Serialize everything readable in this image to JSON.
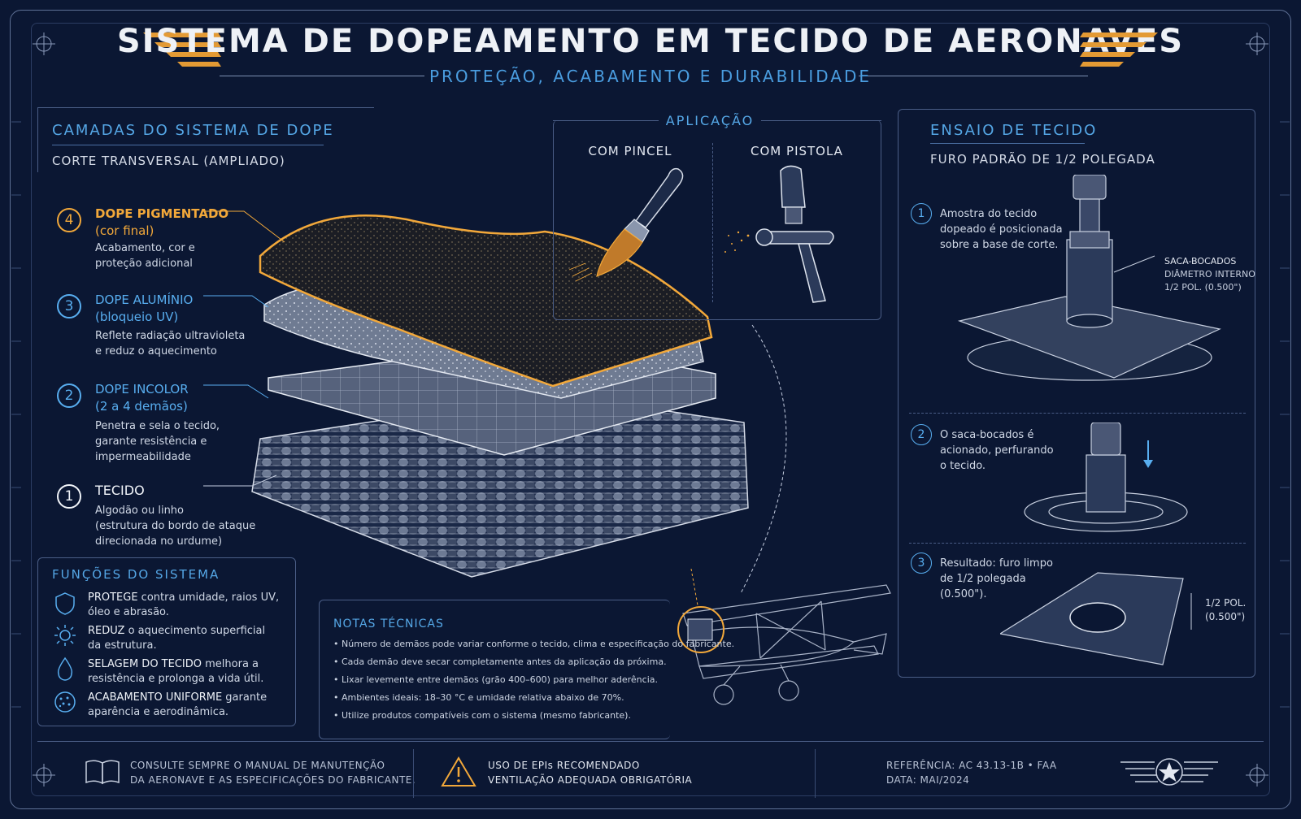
{
  "header": {
    "title": "SISTEMA DE DOPEAMENTO EM TECIDO DE AERONAVES",
    "subtitle": "PROTEÇÃO, ACABAMENTO E DURABILIDADE"
  },
  "layers": {
    "heading": "CAMADAS DO SISTEMA DE DOPE",
    "subheading": "CORTE TRANSVERSAL (AMPLIADO)",
    "items": [
      {
        "num": "4",
        "title": "DOPE PIGMENTADO",
        "title2": "(cor final)",
        "desc1": "Acabamento, cor e",
        "desc2": "proteção adicional",
        "desc3": ""
      },
      {
        "num": "3",
        "title": "DOPE ALUMÍNIO",
        "title2": "(bloqueio UV)",
        "desc1": "Reflete radiação ultravioleta",
        "desc2": "e reduz o aquecimento",
        "desc3": ""
      },
      {
        "num": "2",
        "title": "DOPE INCOLOR",
        "title2": "(2 a 4 demãos)",
        "desc1": "Penetra e sela o tecido,",
        "desc2": "garante resistência e",
        "desc3": "impermeabilidade"
      },
      {
        "num": "1",
        "title": "TECIDO",
        "title2": "",
        "desc1": "Algodão ou linho",
        "desc2": "(estrutura do bordo de ataque",
        "desc3": "direcionada no urdume)"
      }
    ]
  },
  "functions": {
    "heading": "FUNÇÕES DO SISTEMA",
    "items": [
      {
        "bold": "PROTEGE",
        "rest": " contra umidade, raios UV,",
        "line2": "óleo e abrasão.",
        "icon": "shield-icon"
      },
      {
        "bold": "REDUZ",
        "rest": " o aquecimento superficial",
        "line2": "da estrutura.",
        "icon": "sun-icon"
      },
      {
        "bold": "SELAGEM DO TECIDO",
        "rest": " melhora a",
        "line2": "resistência e prolonga a vida útil.",
        "icon": "drop-icon"
      },
      {
        "bold": "ACABAMENTO UNIFORME",
        "rest": " garante",
        "line2": "aparência e aerodinâmica.",
        "icon": "texture-icon"
      }
    ]
  },
  "application": {
    "heading": "APLICAÇÃO",
    "brush": "COM PINCEL",
    "spray": "COM PISTOLA"
  },
  "notes": {
    "heading": "NOTAS TÉCNICAS",
    "items": [
      "Número de demãos pode variar conforme o tecido, clima e especificação do fabricante.",
      "Cada demão deve secar completamente antes da aplicação da próxima.",
      "Lixar levemente entre demãos (grão 400–600) para melhor aderência.",
      "Ambientes ideais: 18–30 °C e umidade relativa abaixo de 70%.",
      "Utilize produtos compatíveis com o sistema (mesmo fabricante)."
    ]
  },
  "test": {
    "heading": "ENSAIO DE TECIDO",
    "subheading": "FURO PADRÃO DE 1/2 POLEGADA",
    "steps": [
      {
        "num": "1",
        "l1": "Amostra do tecido",
        "l2": "dopeado é posicionada",
        "l3": "sobre a base de corte."
      },
      {
        "num": "2",
        "l1": "O saca-bocados é",
        "l2": "acionado, perfurando",
        "l3": "o tecido."
      },
      {
        "num": "3",
        "l1": "Resultado: furo limpo",
        "l2": "de 1/2 polegada",
        "l3": "(0.500\")."
      }
    ],
    "punch_label1": "SACA-BOCADOS",
    "punch_label2": "DIÂMETRO INTERNO",
    "punch_label3": "1/2 POL. (0.500\")",
    "hole_label1": "1/2 POL.",
    "hole_label2": "(0.500\")"
  },
  "footer": {
    "manual1": "CONSULTE SEMPRE O MANUAL DE MANUTENÇÃO",
    "manual2": "DA AERONAVE E AS ESPECIFICAÇÕES DO FABRICANTE.",
    "epi1": "USO DE EPIs RECOMENDADO",
    "epi2": "VENTILAÇÃO ADEQUADA OBRIGATÓRIA",
    "ref1": "REFERÊNCIA: AC 43.13-1B • FAA",
    "ref2": "DATA: MAI/2024"
  },
  "colors": {
    "background": "#0b1733",
    "accent_orange": "#f2a83a",
    "accent_blue": "#58aef0",
    "line": "#4a5d86"
  }
}
